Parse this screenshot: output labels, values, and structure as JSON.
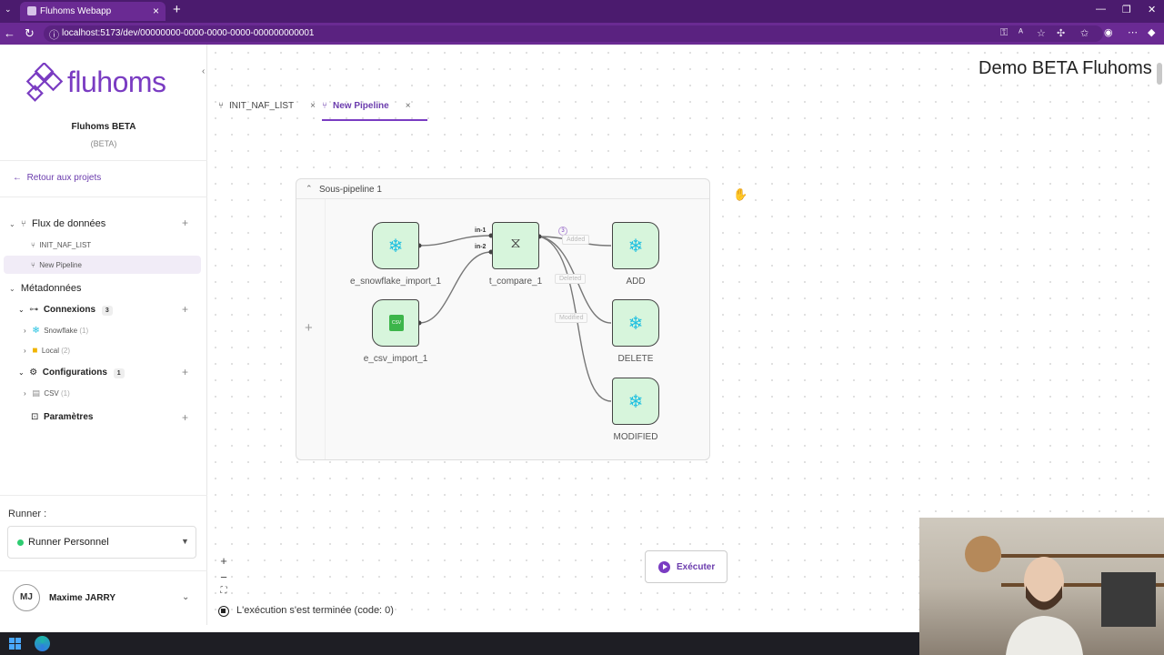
{
  "browser": {
    "tab_title": "Fluhoms Webapp",
    "url": "localhost:5173/dev/00000000-0000-0000-0000-000000000001"
  },
  "sidebar": {
    "logo_text": "fluhoms",
    "project_name": "Fluhoms BETA",
    "project_sub": "(BETA)",
    "back_label": "Retour aux projets",
    "flux": {
      "label": "Flux de données",
      "items": [
        "INIT_NAF_LIST",
        "New Pipeline"
      ]
    },
    "metadata": {
      "label": "Métadonnées",
      "connexions": {
        "label": "Connexions",
        "count": "3",
        "items": [
          {
            "label": "Snowflake",
            "count": "(1)"
          },
          {
            "label": "Local",
            "count": "(2)"
          }
        ]
      },
      "configurations": {
        "label": "Configurations",
        "count": "1",
        "items": [
          {
            "label": "CSV",
            "count": "(1)"
          }
        ]
      },
      "parametres": {
        "label": "Paramètres"
      }
    },
    "runner": {
      "label": "Runner :",
      "selected": "Runner Personnel"
    },
    "user": {
      "initials": "MJ",
      "name": "Maxime JARRY"
    }
  },
  "main": {
    "app_title": "Demo BETA Fluhoms",
    "tabs": [
      {
        "label": "INIT_NAF_LIST"
      },
      {
        "label": "New Pipeline"
      }
    ],
    "subpipeline": {
      "title": "Sous-pipeline 1",
      "nodes": [
        {
          "label": "e_snowflake_import_1"
        },
        {
          "label": "e_csv_import_1"
        },
        {
          "label": "t_compare_1"
        },
        {
          "label": "ADD"
        },
        {
          "label": "DELETE"
        },
        {
          "label": "MODIFIED"
        }
      ],
      "ports": {
        "in1": "in-1",
        "in2": "in-2"
      },
      "edge_labels": {
        "added": "Added",
        "deleted": "Deleted",
        "modified": "Modified",
        "count": "3"
      },
      "csv_badge": "CSV"
    },
    "execute_label": "Exécuter",
    "status_text": "L'exécution s'est terminée (code: 0)"
  }
}
